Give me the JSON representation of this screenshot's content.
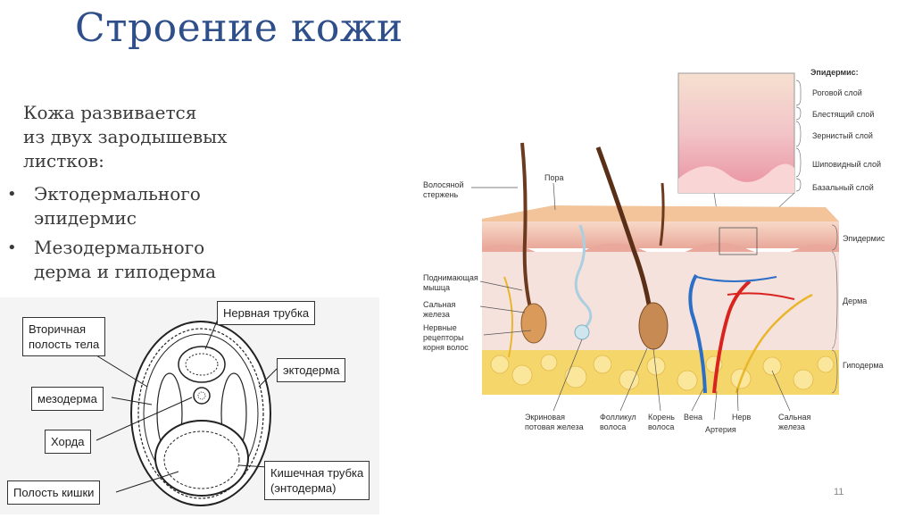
{
  "slide": {
    "title": "Строение кожи",
    "intro_lines": [
      "Кожа развивается",
      "из двух зародышевых",
      "листков:"
    ],
    "bullets": [
      {
        "line1": "Эктодермального",
        "line2": "эпидермис"
      },
      {
        "line1": "Мезодермального",
        "line2": "дерма и гиподерма"
      }
    ],
    "page_number": "11"
  },
  "embryo_diagram": {
    "labels": {
      "secondary_cavity": [
        "Вторичная",
        "полость тела"
      ],
      "neural_tube": "Нервная трубка",
      "mesoderm": "мезодерма",
      "ectoderm": "эктодерма",
      "chord": "Хорда",
      "gut_cavity": "Полость кишки",
      "gut_tube": [
        "Кишечная трубка",
        "(энтодерма)"
      ]
    }
  },
  "skin_diagram": {
    "inset_title": "Эпидермис:",
    "epidermis_layers": [
      "Роговой слой",
      "Блестящий слой",
      "Зернистый слой",
      "Шиповидный слой",
      "Базальный слой"
    ],
    "right_labels": [
      "Эпидермис",
      "Дерма",
      "Гиподерма"
    ],
    "left_labels": {
      "hair_shaft": [
        "Волосяной",
        "стержень"
      ],
      "pore": "Пора",
      "arrector": [
        "Поднимающая",
        "мышца"
      ],
      "sebaceous": [
        "Сальная",
        "железа"
      ],
      "receptors": [
        "Нервные",
        "рецепторы",
        "корня волос"
      ]
    },
    "bottom_labels": {
      "eccrine": [
        "Экриновая",
        "потовая железа"
      ],
      "follicle": [
        "Фолликул",
        "волоса"
      ],
      "root": [
        "Корень",
        "волоса"
      ],
      "vein": "Вена",
      "artery": "Артерия",
      "nerve": "Нерв",
      "sebaceous2": [
        "Сальная",
        "железа"
      ]
    }
  }
}
